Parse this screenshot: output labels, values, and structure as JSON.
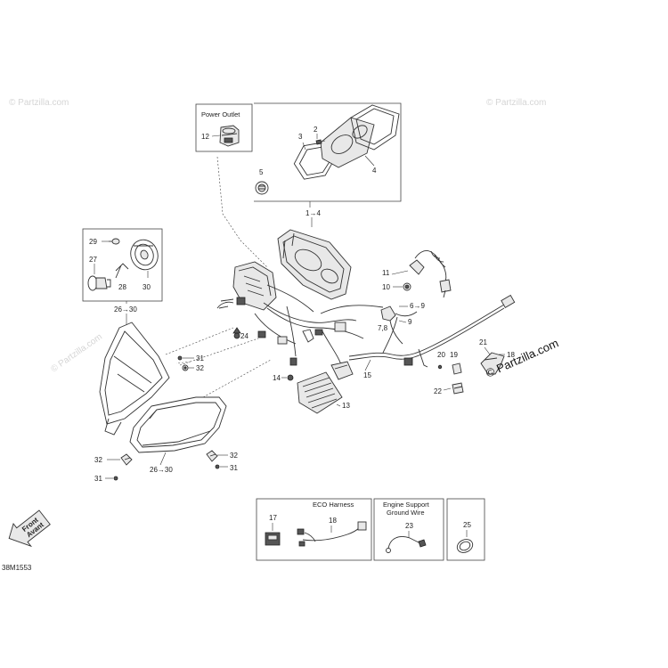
{
  "boxes": {
    "power_outlet": "Power Outlet",
    "eco_harness": "ECO Harness",
    "engine_support_line1": "Engine Support",
    "engine_support_line2": "Ground Wire"
  },
  "callouts": {
    "c1_4": "1→4",
    "c2": "2",
    "c3": "3",
    "c4": "4",
    "c5": "5",
    "c6_9": "6→9",
    "c7_8": "7,8",
    "c9": "9",
    "c10": "10",
    "c11": "11",
    "c12": "12",
    "c13": "13",
    "c14": "14",
    "c15": "15",
    "c17": "17",
    "c18": "18",
    "c18b": "18",
    "c19": "19",
    "c20": "20",
    "c21": "21",
    "c22": "22",
    "c23": "23",
    "c24": "24",
    "c25": "25",
    "c26_30a": "26→30",
    "c26_30b": "26→30",
    "c27": "27",
    "c28": "28",
    "c29": "29",
    "c30": "30",
    "c31a": "31",
    "c31b": "31",
    "c31c": "31",
    "c32a": "32",
    "c32b": "32",
    "c32c": "32"
  },
  "front_arrow": {
    "line1": "Front",
    "line2": "Avant"
  },
  "figure_code": "38M1553",
  "watermarks": {
    "brand": "© Partzilla.com",
    "faint": "© Partzilla.com"
  }
}
